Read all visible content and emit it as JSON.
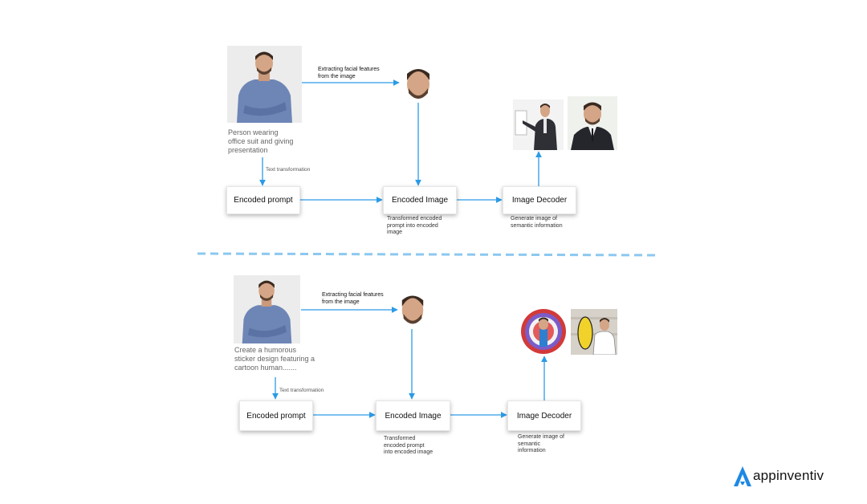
{
  "colors": {
    "arrow": "#2b9be6",
    "divider": "#8cc8f0",
    "logo_blue": "#1e88e5"
  },
  "top": {
    "caption": "Person wearing\noffice suit and giving\npresentation",
    "extract_label": "Extracting facial features\nfrom the image",
    "text_transform_label": "Text transformation",
    "encoded_prompt": "Encoded prompt",
    "encoded_image": "Encoded Image",
    "image_decoder": "Image Decoder",
    "encoded_image_sub": "Transformed encoded\nprompt into encoded\nimage",
    "decoder_sub": "Generate image of\nsemantic information"
  },
  "bottom": {
    "caption": "Create a humorous\nsticker design featuring a\ncartoon human.......",
    "extract_label": "Extracting facial features\nfrom the image",
    "text_transform_label": "Text transformation",
    "encoded_prompt": "Encoded prompt",
    "encoded_image": "Encoded Image",
    "image_decoder": "Image Decoder",
    "encoded_image_sub": "Transformed\nencoded prompt\ninto encoded image",
    "decoder_sub": "Generate image of\nsemantic\ninformation"
  },
  "logo": {
    "text": "appinventiv"
  }
}
